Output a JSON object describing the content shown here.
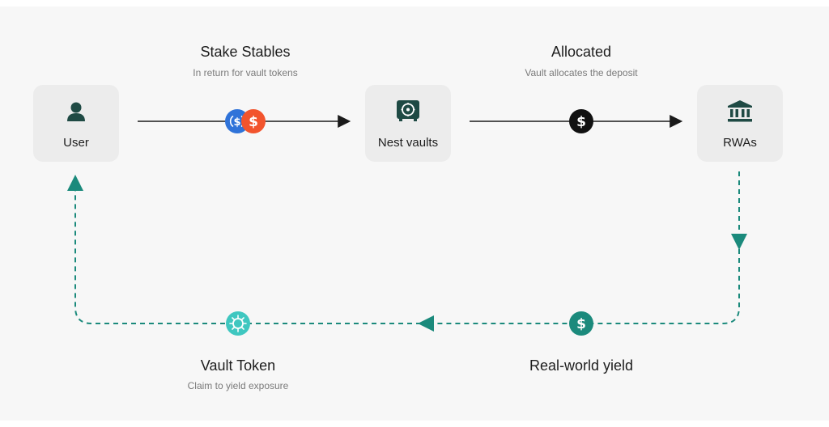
{
  "nodes": {
    "user": {
      "label": "User",
      "icon": "user-icon"
    },
    "nest": {
      "label": "Nest vaults",
      "icon": "vault-icon"
    },
    "rwa": {
      "label": "RWAs",
      "icon": "bank-icon"
    }
  },
  "steps": {
    "stake": {
      "title": "Stake Stables",
      "subtitle": "In return for vault tokens"
    },
    "allocated": {
      "title": "Allocated",
      "subtitle": "Vault allocates the deposit"
    },
    "vault_token": {
      "title": "Vault Token",
      "subtitle": "Claim to yield exposure"
    },
    "yield": {
      "title": "Real-world yield"
    }
  },
  "colors": {
    "teal": "#1b8a7c",
    "arrow_dark": "#1a1a1a",
    "usdc_blue": "#2f73d9",
    "coin_orange": "#f2542d",
    "node_bg": "#ececec"
  },
  "badges": [
    {
      "icon": "usdc-coin-icon"
    },
    {
      "icon": "dollar-coin-orange-icon"
    },
    {
      "icon": "dollar-coin-black-icon"
    },
    {
      "icon": "dollar-coin-teal-icon"
    },
    {
      "icon": "vault-token-icon"
    }
  ]
}
